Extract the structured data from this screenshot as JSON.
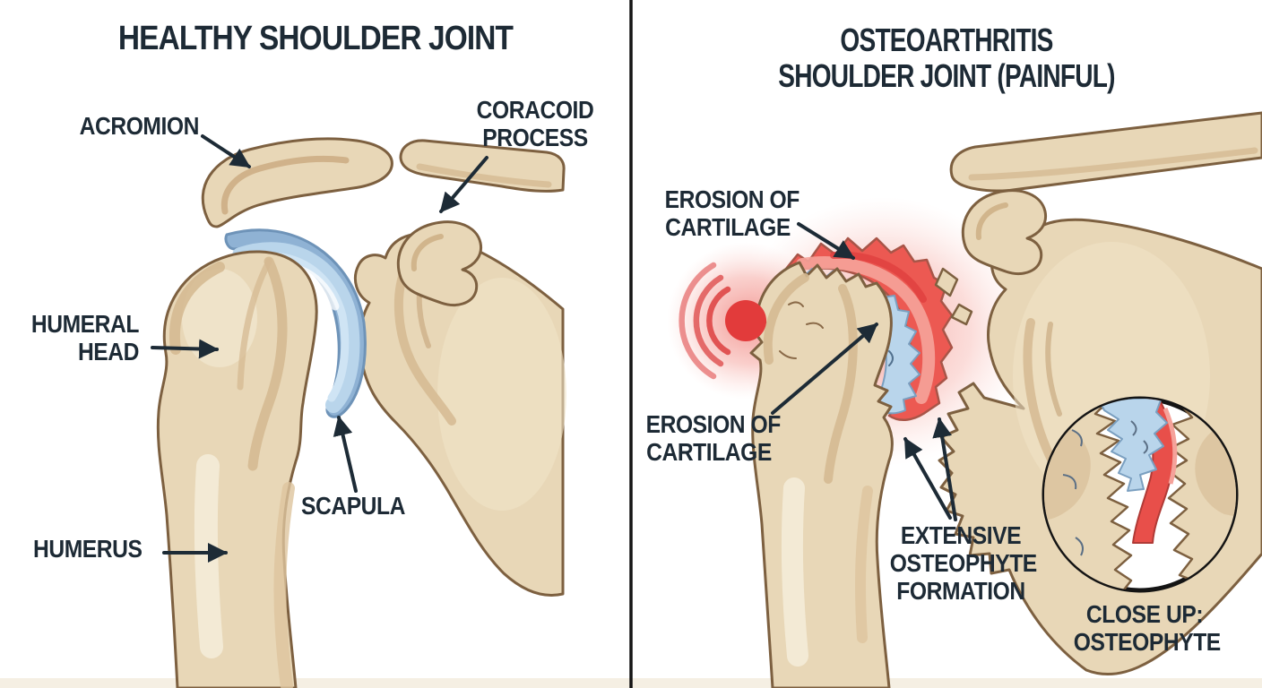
{
  "figure": {
    "type": "medical-illustration",
    "subject": "shoulder joint comparison: healthy vs osteoarthritis"
  },
  "colors": {
    "background": "#ffffff",
    "text": "#1d2a35",
    "divider": "#141414",
    "bone": "#e8d7b7",
    "bone_shade": "#d5ba92",
    "bone_dark": "#c9a97e",
    "bone_highlight": "#f4ecd8",
    "outline": "#7d6040",
    "cartilage_light": "#cfe4f4",
    "cartilage_mid": "#b9d5eb",
    "cartilage_dark": "#7a9fc0",
    "inflammation": "#ec5952",
    "inflammation_light": "#f6a39a",
    "inflammation_dark": "#e03e3e",
    "pain": "#e23b3b"
  },
  "left_panel": {
    "title": "HEALTHY SHOULDER JOINT",
    "labels": {
      "acromion": "ACROMION",
      "coracoid_line1": "CORACOID",
      "coracoid_line2": "PROCESS",
      "humeral_head_line1": "HUMERAL",
      "humeral_head_line2": "HEAD",
      "scapula": "SCAPULA",
      "humerus": "HUMERUS"
    }
  },
  "right_panel": {
    "title_line1": "OSTEOARTHRITIS",
    "title_line2": "SHOULDER JOINT (PAINFUL)",
    "labels": {
      "erosion_top_line1": "EROSION OF",
      "erosion_top_line2": "CARTILAGE",
      "erosion_bottom_line1": "EROSION OF",
      "erosion_bottom_line2": "CARTILAGE",
      "osteophyte_line1": "EXTENSIVE",
      "osteophyte_line2": "OSTEOPHYTE",
      "osteophyte_line3": "FORMATION",
      "closeup_line1": "CLOSE UP:",
      "closeup_line2": "OSTEOPHYTE"
    }
  }
}
